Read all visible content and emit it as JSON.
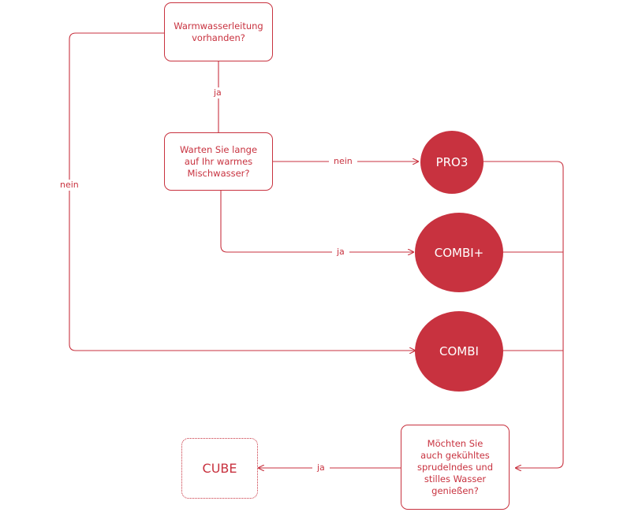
{
  "nodes": {
    "warmwasser": "Warmwasserleitung\nvorhanden?",
    "warten": "Warten Sie lange\nauf Ihr warmes\nMischwasser?",
    "gekuehlt": "Möchten Sie\nauch gekühltes\nsprudelndes und\nstilles Wasser\ngenießen?",
    "cube": "CUBE",
    "pro3": "PRO3",
    "combi_plus": "COMBI+",
    "combi": "COMBI"
  },
  "edges": {
    "ja_1": "ja",
    "nein_left": "nein",
    "nein_pro3": "nein",
    "ja_combiplus": "ja",
    "ja_cube": "ja"
  },
  "colors": {
    "accent": "#c8323f",
    "background": "#ffffff"
  }
}
